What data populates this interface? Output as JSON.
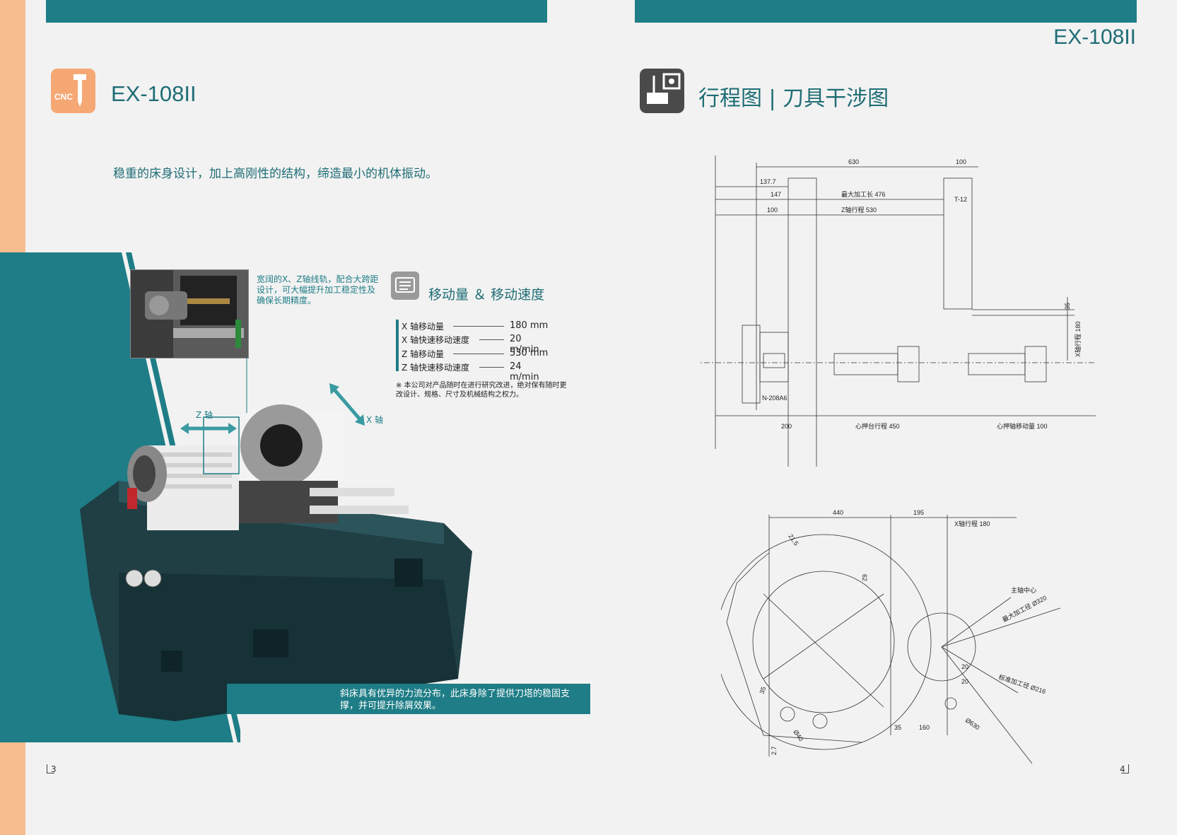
{
  "header": {
    "model_corner": "EX-108II"
  },
  "left_page": {
    "cnc_icon_text": "CNC",
    "title": "EX-108II",
    "tagline": "稳重的床身设计，加上高刚性的结构，缔造最小的机体振动。",
    "small_photo_note": "宽阔的X、Z轴线轨，配合大跨距设计，可大幅提升加工稳定性及确保长期精度。",
    "section_title": "移动量 ＆ 移动速度",
    "specs": [
      {
        "label": "X 轴移动量",
        "value": "180 mm"
      },
      {
        "label": "X 轴快速移动速度",
        "value": "20 m/min"
      },
      {
        "label": "Z 轴移动量",
        "value": "530 mm"
      },
      {
        "label": "Z 轴快速移动速度",
        "value": "24 m/min"
      }
    ],
    "remark": "※ 本公司对产品随时在进行研究改进，绝对保有随时更改设计、规格、尺寸及机械结构之权力。",
    "z_axis_label": "Z 轴",
    "x_axis_label": "X 轴",
    "band_text": "斜床具有优异的力流分布，此床身除了提供刀塔的稳固支撑，并可提升除屑效果。",
    "page_number": "3"
  },
  "right_page": {
    "title": "行程图 | 刀具干涉图",
    "page_number": "4",
    "stroke_diagram": {
      "dims": {
        "d630": "630",
        "d100a": "100",
        "d137": "137.7",
        "d147": "147",
        "max_len": "最大加工长 476",
        "t12": "T-12",
        "d100b": "100",
        "z_stroke": "Z轴行程 530",
        "d35": "35",
        "x_stroke": "X轴行程 180",
        "chuck": "N-208A6",
        "d200": "200",
        "tail_stroke": "心押台行程 450",
        "tail_move": "心押轴移动量 100"
      }
    },
    "interference_diagram": {
      "dims": {
        "d440": "440",
        "d195": "195",
        "x_stroke": "X轴行程 180",
        "d21": "21.5",
        "d62": "62",
        "spindle_center": "主轴中心",
        "max_dia": "最大加工径 Ø320",
        "d20a": "20",
        "d20b": "20",
        "std_dia": "标准加工径 Ø216",
        "d35a": "35",
        "d40": "Ø40",
        "d35b": "35",
        "d160": "160",
        "d630": "Ø630",
        "d27": "2.7"
      }
    }
  }
}
